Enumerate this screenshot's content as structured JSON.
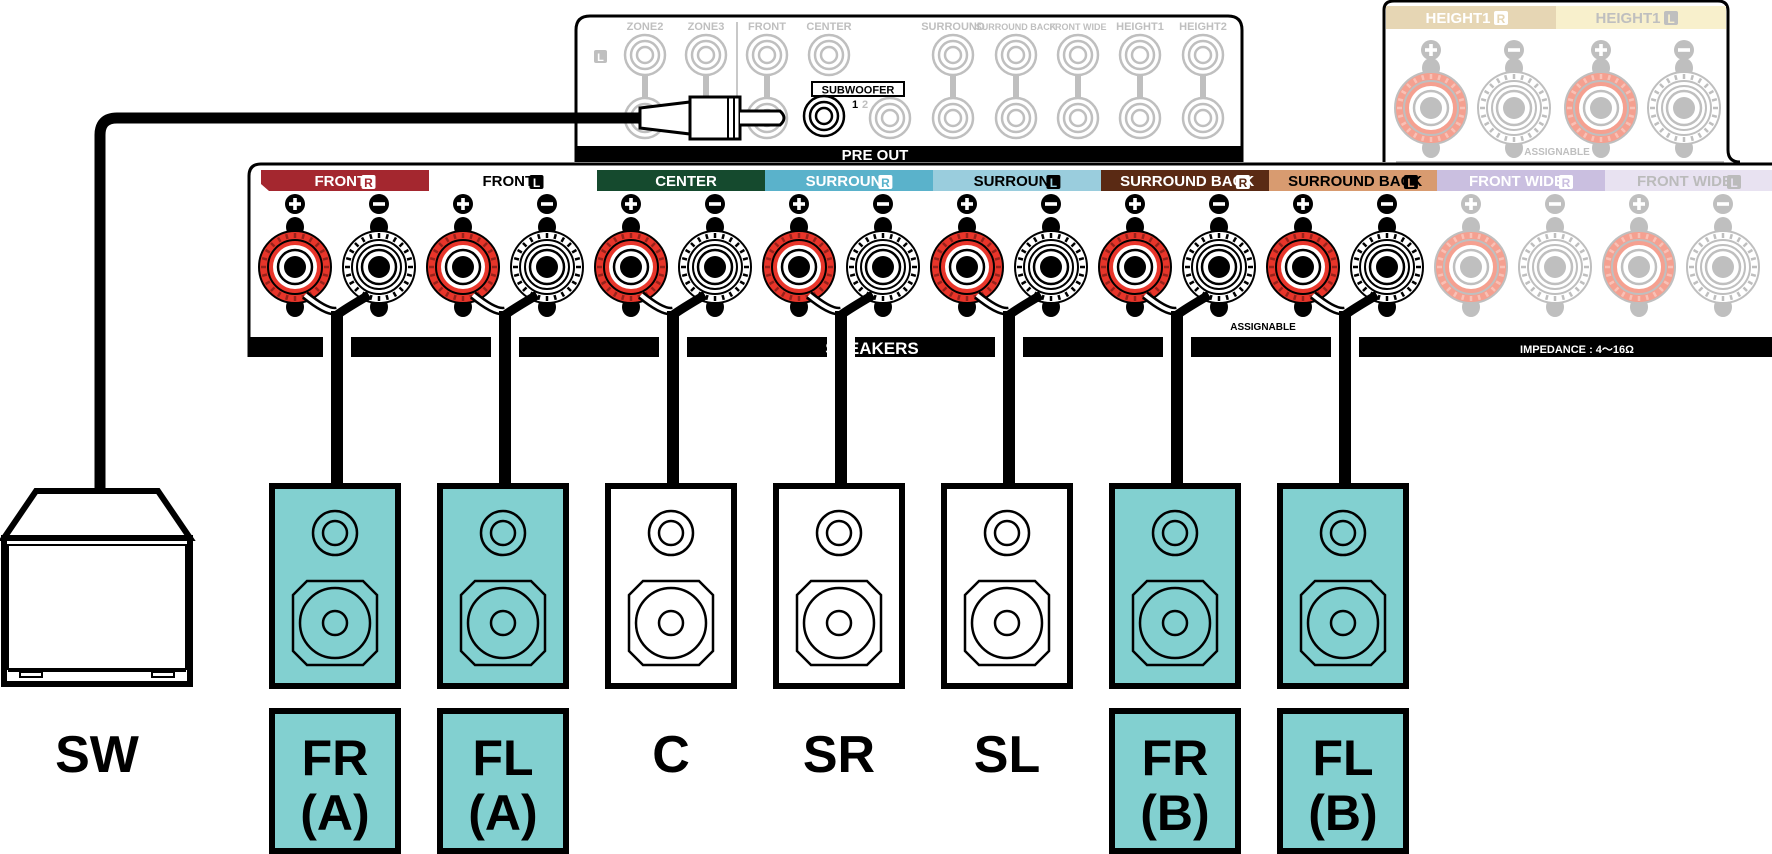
{
  "preout": {
    "title": "PRE OUT",
    "channel_mark_left": "L",
    "jack_labels": [
      "ZONE2",
      "ZONE3",
      "FRONT",
      "CENTER",
      "SURROUND",
      "SURROUND BACK",
      "FRONT WIDE",
      "HEIGHT1",
      "HEIGHT2"
    ],
    "subwoofer_label": "SUBWOOFER",
    "subwoofer_numbers": [
      "1",
      "2"
    ]
  },
  "height_panel": {
    "channels": [
      {
        "label": "HEIGHT1",
        "side": "R",
        "color": "#e6d6b4",
        "active": false
      },
      {
        "label": "HEIGHT1",
        "side": "L",
        "color": "#f8f0cc",
        "active": false
      }
    ],
    "note": "ASSIGNABLE"
  },
  "speakers_panel": {
    "title": "SPEAKERS",
    "assignable_note": "ASSIGNABLE",
    "impedance": "IMPEDANCE : 4～16Ω",
    "plus_symbol": "+",
    "minus_symbol": "−",
    "channels": [
      {
        "label": "FRONT",
        "side": "R",
        "color": "#a4272f",
        "text_color": "#ffffff",
        "active": true,
        "connected": true
      },
      {
        "label": "FRONT",
        "side": "L",
        "color": "#ffffff",
        "text_color": "#000000",
        "active": true,
        "connected": true
      },
      {
        "label": "CENTER",
        "side": "",
        "color": "#154a2e",
        "text_color": "#ffffff",
        "active": true,
        "connected": true
      },
      {
        "label": "SURROUND",
        "side": "R",
        "color": "#5ab2cb",
        "text_color": "#ffffff",
        "active": true,
        "connected": true
      },
      {
        "label": "SURROUND",
        "side": "L",
        "color": "#9acddd",
        "text_color": "#000000",
        "active": true,
        "connected": true
      },
      {
        "label": "SURROUND BACK",
        "side": "R",
        "color": "#5a2a14",
        "text_color": "#ffffff",
        "active": true,
        "connected": true
      },
      {
        "label": "SURROUND BACK",
        "side": "L",
        "color": "#d89b70",
        "text_color": "#000000",
        "active": true,
        "connected": true
      },
      {
        "label": "FRONT WIDE",
        "side": "R",
        "color": "#cabfe0",
        "text_color": "#ffffff",
        "active": false,
        "connected": false
      },
      {
        "label": "FRONT WIDE",
        "side": "L",
        "color": "#e8e2f1",
        "text_color": "#bbbbbb",
        "active": false,
        "connected": false
      }
    ]
  },
  "speakers": [
    {
      "id": "SW",
      "line1": "SW",
      "line2": "",
      "highlighted": false,
      "kind": "subwoofer"
    },
    {
      "id": "FR-A",
      "line1": "FR",
      "line2": "(A)",
      "highlighted": true,
      "kind": "bookshelf"
    },
    {
      "id": "FL-A",
      "line1": "FL",
      "line2": "(A)",
      "highlighted": true,
      "kind": "bookshelf"
    },
    {
      "id": "C",
      "line1": "C",
      "line2": "",
      "highlighted": false,
      "kind": "bookshelf"
    },
    {
      "id": "SR",
      "line1": "SR",
      "line2": "",
      "highlighted": false,
      "kind": "bookshelf"
    },
    {
      "id": "SL",
      "line1": "SL",
      "line2": "",
      "highlighted": false,
      "kind": "bookshelf"
    },
    {
      "id": "FR-B",
      "line1": "FR",
      "line2": "(B)",
      "highlighted": true,
      "kind": "bookshelf"
    },
    {
      "id": "FL-B",
      "line1": "FL",
      "line2": "(B)",
      "highlighted": true,
      "kind": "bookshelf"
    }
  ],
  "colors": {
    "highlight": "#82d0d0",
    "terminal_red": "#e8352a",
    "inactive_red": "#f5a090",
    "inactive_gray": "#bfbfbf",
    "ink": "#000000"
  }
}
